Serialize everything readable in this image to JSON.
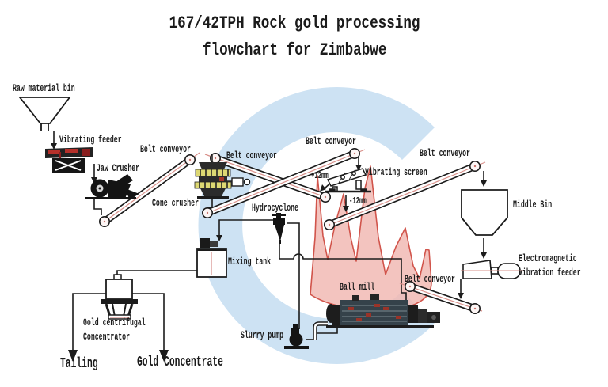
{
  "title": {
    "line1": "167/42TPH Rock gold processing",
    "line2": "flowchart for Zimbabwe"
  },
  "labels": {
    "raw_material_bin": "Raw material bin",
    "vibrating_feeder": "Vibrating feeder",
    "jaw_crusher": "Jaw Crusher",
    "belt_conveyor": "Belt conveyor",
    "cone_crusher": "Cone crusher",
    "vibrating_screen": "Vibrating screen",
    "oversize": "+12mm",
    "undersize": "-12mm",
    "hydrocyclone": "Hydrocyclone",
    "middle_bin": "Middle Bin",
    "em_feeder_line1": "Electromagnetic",
    "em_feeder_line2": "vibration feeder",
    "mixing_tank": "Mixing tank",
    "ball_mill": "Ball mill",
    "slurry_pump": "Slurry pump",
    "concentrator_line1": "Gold centrifugal",
    "concentrator_line2": "Concentrator",
    "tailing": "Tailing",
    "gold_concentrate": "Gold Concentrate"
  },
  "colors": {
    "line": "#1c1c1c",
    "watermark_blue": "#cde2f3",
    "crown_pink": "#f1bab4",
    "crown_red": "#c9372c",
    "belt_red": "#d9908a",
    "crusher_yellow": "#ddd873",
    "machine_dark": "#1b1b1b"
  }
}
